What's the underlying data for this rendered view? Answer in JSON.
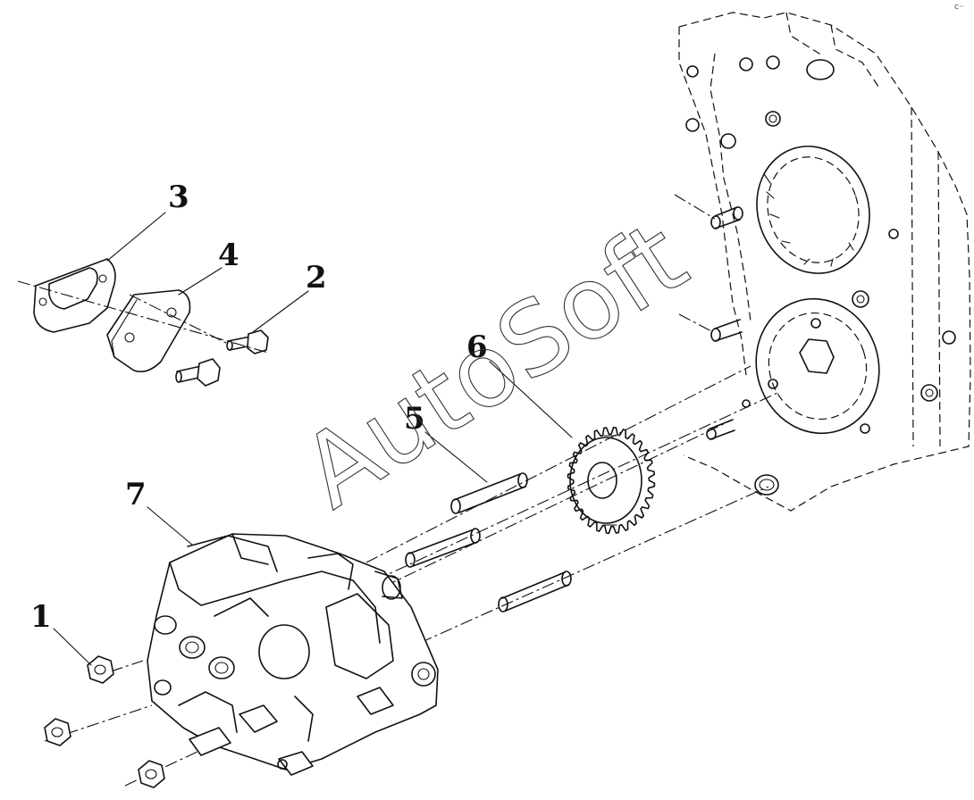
{
  "callouts": [
    {
      "id": "1",
      "text": "1"
    },
    {
      "id": "2",
      "text": "2"
    },
    {
      "id": "3",
      "text": "3"
    },
    {
      "id": "4",
      "text": "4"
    },
    {
      "id": "5",
      "text": "5"
    },
    {
      "id": "6",
      "text": "6"
    },
    {
      "id": "7",
      "text": "7"
    }
  ],
  "watermark": "AutoSoft",
  "corner_mark": "c‧‧"
}
